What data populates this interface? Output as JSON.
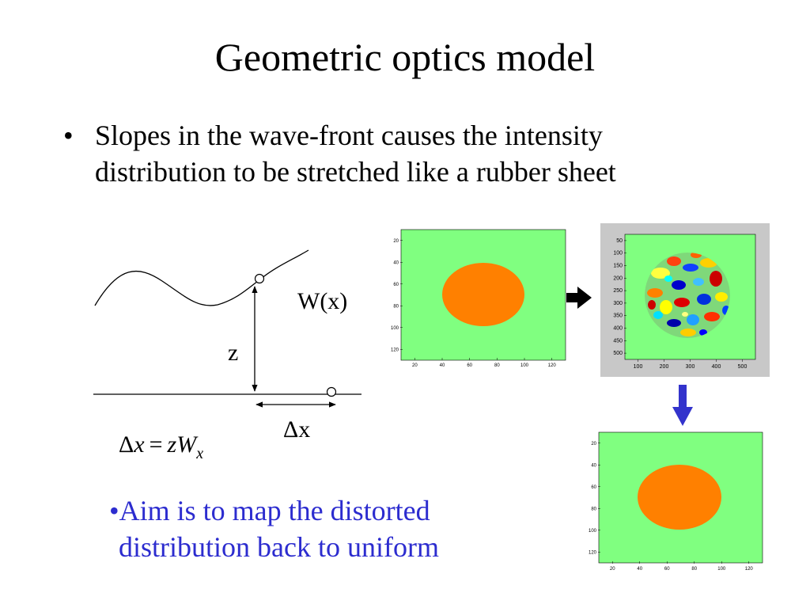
{
  "slide": {
    "title": "Geometric optics model",
    "bullet_marker": "•",
    "bullet_text": "Slopes in the wave-front causes the intensity distribution to be stretched like a rubber sheet",
    "aim_line1": "•Aim is to map the distorted",
    "aim_line2": "distribution back to uniform"
  },
  "diagram": {
    "label_w": "W(x)",
    "label_z": "z",
    "label_dx": "Δx",
    "equation_delta": "Δ",
    "equation_x": "x",
    "equation_eq": "=",
    "equation_z": "zW",
    "equation_sub": "x"
  },
  "plots": {
    "colors": {
      "background_green": "#80ff80",
      "disk_orange": "#ff8000",
      "frame_gray": "#c8c8c8",
      "arrow_black": "#000000",
      "arrow_blue": "#3333cc",
      "aim_text_blue": "#2c2ccf"
    },
    "plot1": {
      "y_ticks": [
        "20",
        "40",
        "60",
        "80",
        "100",
        "120"
      ],
      "x_ticks": [
        "20",
        "40",
        "60",
        "80",
        "100",
        "120"
      ]
    },
    "plot2": {
      "y_ticks": [
        "50",
        "100",
        "150",
        "200",
        "250",
        "300",
        "350",
        "400",
        "450",
        "500"
      ],
      "x_ticks": [
        "100",
        "200",
        "300",
        "400",
        "500"
      ]
    },
    "plot3": {
      "y_ticks": [
        "20",
        "40",
        "60",
        "80",
        "100",
        "120"
      ],
      "x_ticks": [
        "20",
        "40",
        "60",
        "80",
        "100",
        "120"
      ]
    }
  }
}
